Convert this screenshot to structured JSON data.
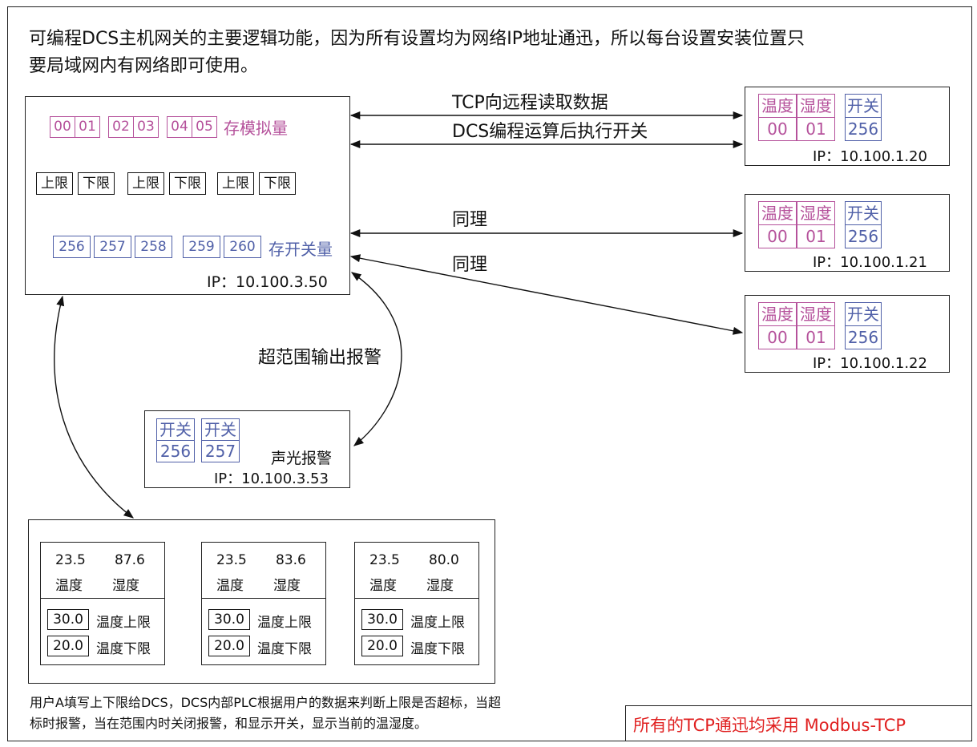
{
  "intro": {
    "line1": "可编程DCS主机网关的主要逻辑功能，因为所有设置均为网络IP地址通迅，所以每台设置安装位置只",
    "line2": "要局域网内有网络即可使用。"
  },
  "host": {
    "analog_cells": [
      "00",
      "01",
      "02",
      "03",
      "04",
      "05"
    ],
    "analog_label": "存模拟量",
    "limit_upper": "上限",
    "limit_lower": "下限",
    "switch_cells": [
      "256",
      "257",
      "258",
      "259",
      "260"
    ],
    "switch_label": "存开关量",
    "ip": "IP：10.100.3.50"
  },
  "links": {
    "tcp_read": "TCP向远程读取数据",
    "dcs_exec": "DCS编程运算后执行开关",
    "same1": "同理",
    "same2": "同理",
    "alarm_out": "超范围输出报警"
  },
  "devices": [
    {
      "temp_label": "温度",
      "hum_label": "湿度",
      "switch_label": "开关",
      "temp_reg": "00",
      "hum_reg": "01",
      "switch_reg": "256",
      "ip": "IP：10.100.1.20"
    },
    {
      "temp_label": "温度",
      "hum_label": "湿度",
      "switch_label": "开关",
      "temp_reg": "00",
      "hum_reg": "01",
      "switch_reg": "256",
      "ip": "IP：10.100.1.21"
    },
    {
      "temp_label": "温度",
      "hum_label": "湿度",
      "switch_label": "开关",
      "temp_reg": "00",
      "hum_reg": "01",
      "switch_reg": "256",
      "ip": "IP：10.100.1.22"
    }
  ],
  "alarm": {
    "s1_label": "开关",
    "s1_reg": "256",
    "s2_label": "开关",
    "s2_reg": "257",
    "name": "声光报警",
    "ip": "IP：10.100.3.53"
  },
  "panels": [
    {
      "temp": "23.5",
      "hum": "87.6",
      "temp_label": "温度",
      "hum_label": "湿度",
      "upper": "30.0",
      "upper_label": "温度上限",
      "lower": "20.0",
      "lower_label": "温度下限"
    },
    {
      "temp": "23.5",
      "hum": "83.6",
      "temp_label": "温度",
      "hum_label": "湿度",
      "upper": "30.0",
      "upper_label": "温度上限",
      "lower": "20.0",
      "lower_label": "温度下限"
    },
    {
      "temp": "23.5",
      "hum": "80.0",
      "temp_label": "温度",
      "hum_label": "湿度",
      "upper": "30.0",
      "upper_label": "温度上限",
      "lower": "20.0",
      "lower_label": "温度下限"
    }
  ],
  "footer": {
    "note1": "用户A填写上下限给DCS，DCS内部PLC根据用户的数据来判断上限是否超标，当超",
    "note2": "标时报警，当在范围内时关闭报警，和显示开关，显示当前的温湿度。",
    "protocol": "所有的TCP通迅均采用 Modbus-TCP",
    "protocol_color": "#e02020"
  },
  "colors": {
    "analog": "#b5519b",
    "switch": "#5060a8"
  }
}
